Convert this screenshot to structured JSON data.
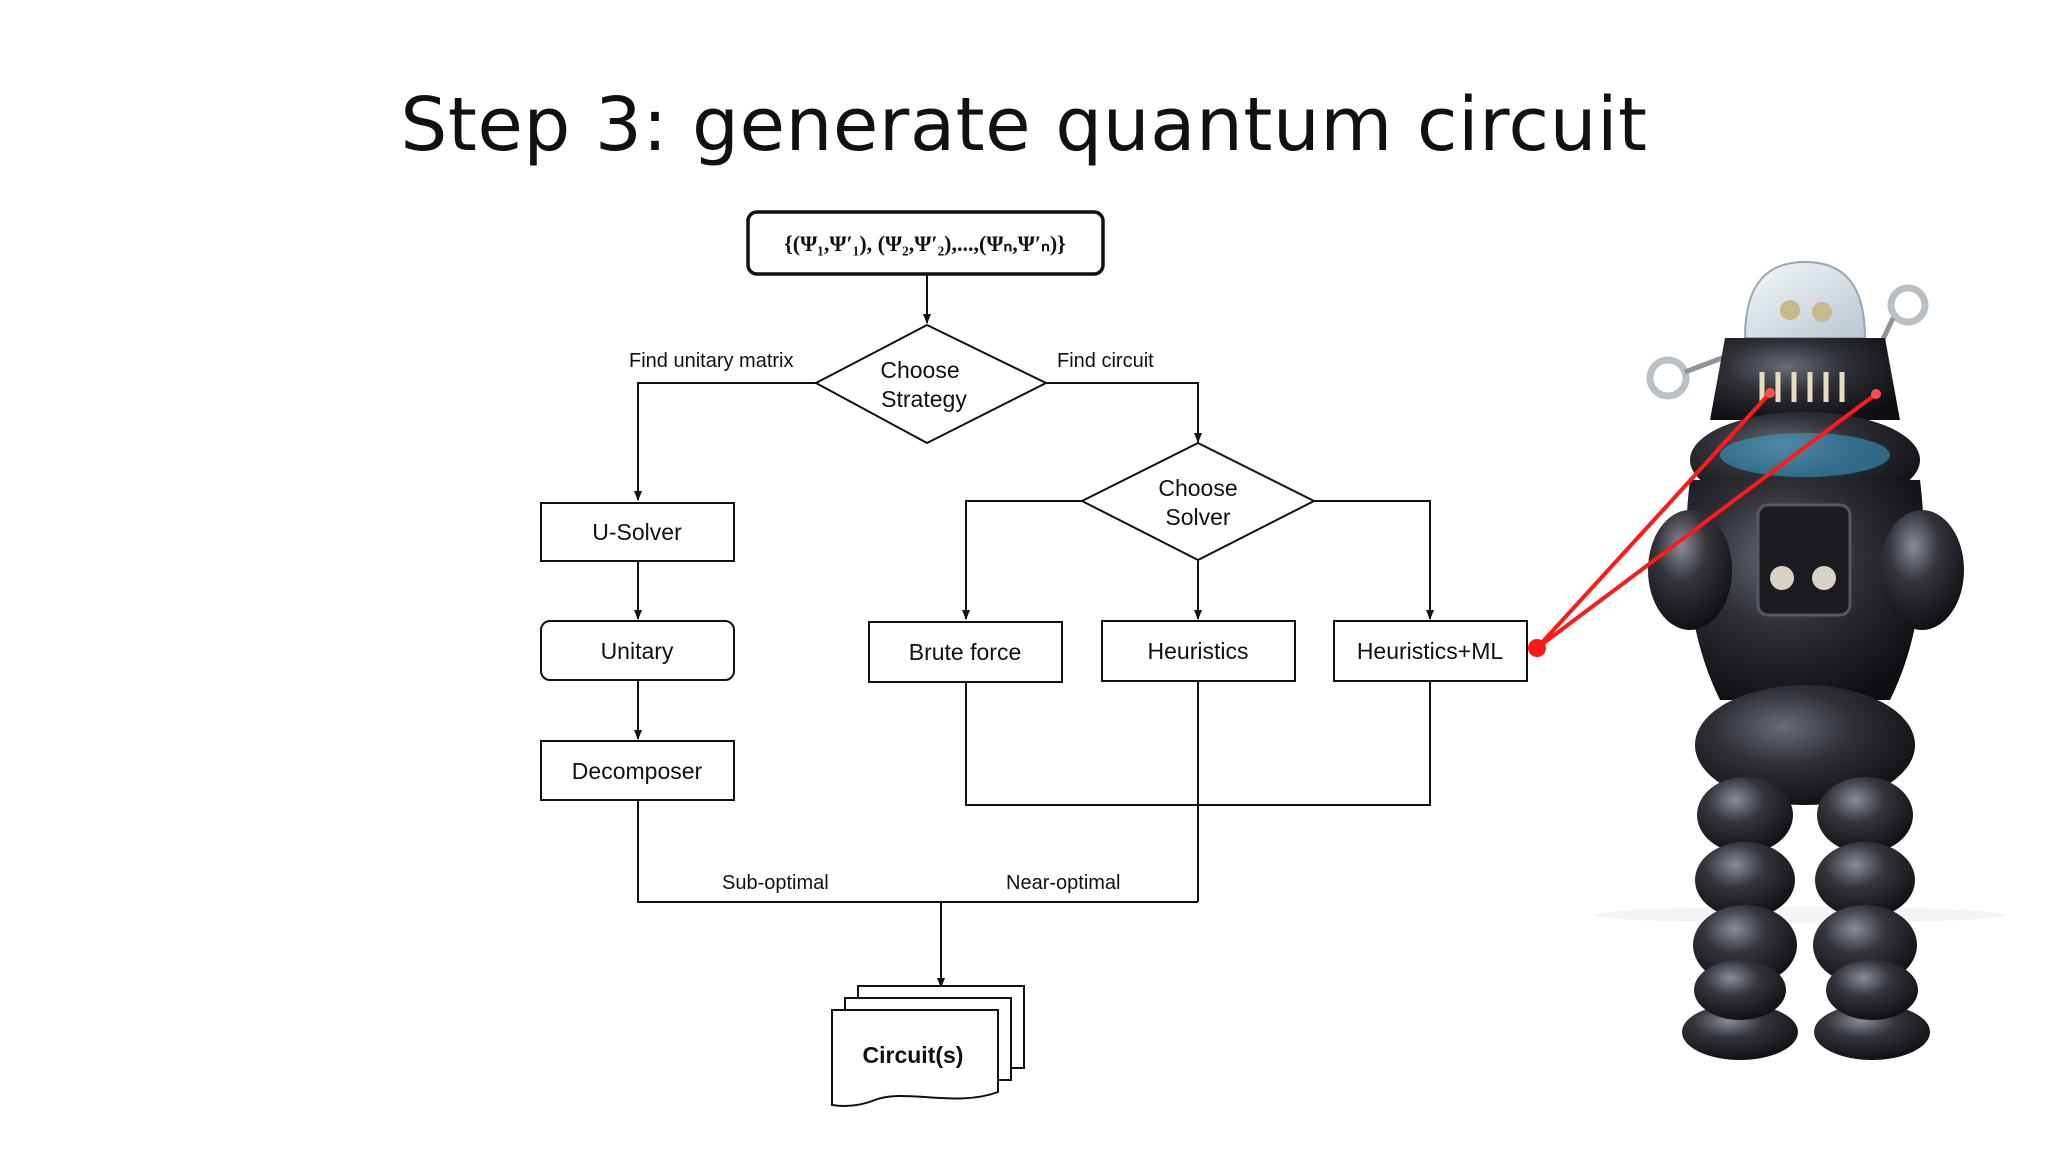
{
  "slide": {
    "title": "Step 3: generate quantum circuit"
  },
  "flowchart": {
    "input_label": "{(Ψ₁,Ψ′₁), (Ψ₂,Ψ′₂),...,(Ψₙ,Ψ′ₙ)}",
    "strategy_decision": {
      "line1": "Choose",
      "line2": "Strategy"
    },
    "solver_decision": {
      "line1": "Choose",
      "line2": "Solver"
    },
    "edge_find_unitary": "Find unitary matrix",
    "edge_find_circuit": "Find circuit",
    "u_solver": "U-Solver",
    "unitary": "Unitary",
    "decomposer": "Decomposer",
    "brute_force": "Brute force",
    "heuristics": "Heuristics",
    "heuristics_ml": "Heuristics+ML",
    "edge_sub_optimal": "Sub-optimal",
    "edge_near_optimal": "Near-optimal",
    "output": "Circuit(s)"
  },
  "colors": {
    "laser": "#ff1a1a",
    "robot_body": "#2b2d33",
    "dome": "#dfe8ee",
    "accent_blue": "#3aa0d0"
  }
}
